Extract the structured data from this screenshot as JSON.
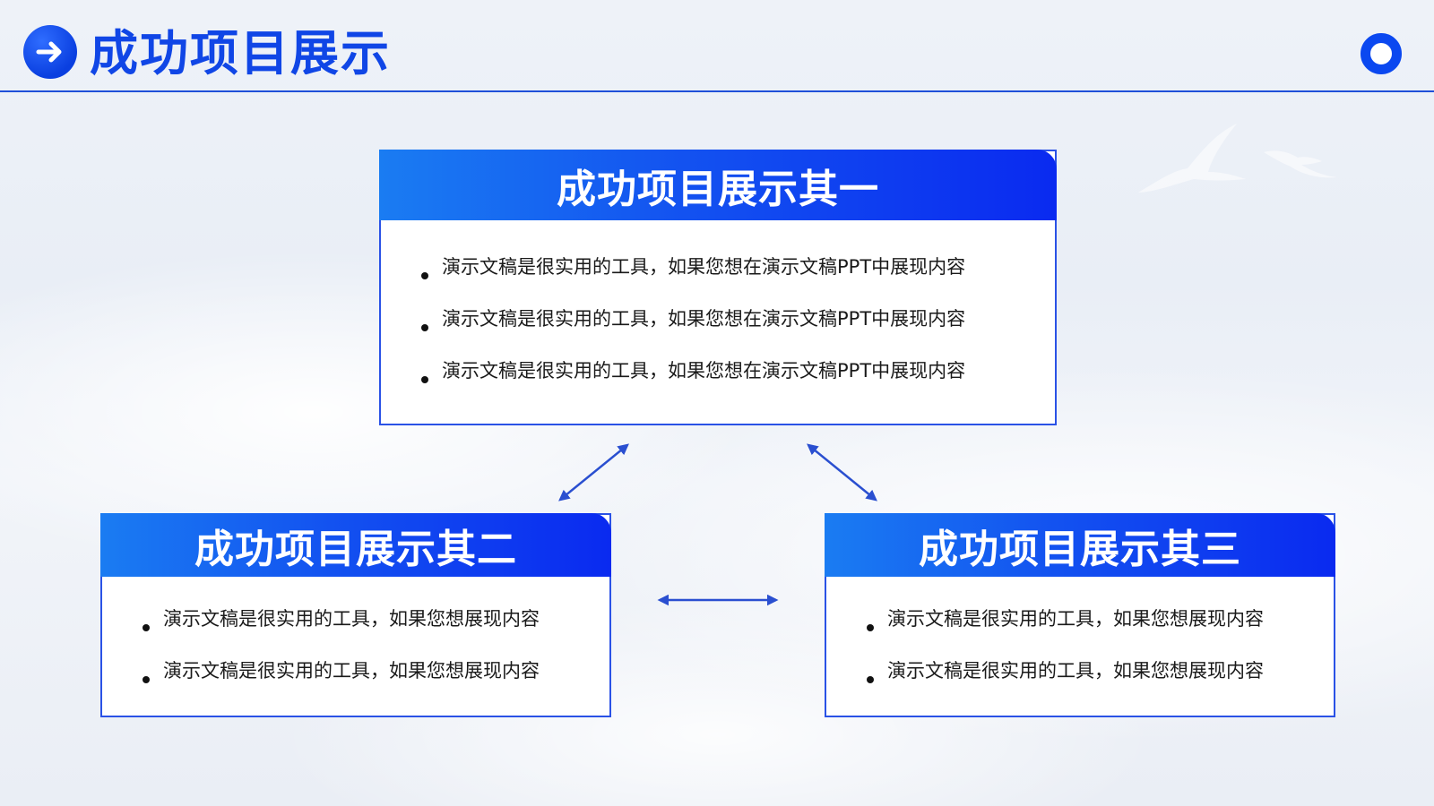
{
  "header": {
    "title": "成功项目展示",
    "icon": "arrow-right-circle-icon",
    "corner_icon": "ring-icon"
  },
  "colors": {
    "accent": "#1046e6",
    "header_gradient_start": "#1a7cf2",
    "header_gradient_end": "#0a2af0",
    "border": "#2a52e6"
  },
  "cards": [
    {
      "title": "成功项目展示其一",
      "items": [
        "演示文稿是很实用的工具，如果您想在演示文稿PPT中展现内容",
        "演示文稿是很实用的工具，如果您想在演示文稿PPT中展现内容",
        "演示文稿是很实用的工具，如果您想在演示文稿PPT中展现内容"
      ]
    },
    {
      "title": "成功项目展示其二",
      "items": [
        "演示文稿是很实用的工具，如果您想展现内容",
        "演示文稿是很实用的工具，如果您想展现内容"
      ]
    },
    {
      "title": "成功项目展示其三",
      "items": [
        "演示文稿是很实用的工具，如果您想展现内容",
        "演示文稿是很实用的工具，如果您想展现内容"
      ]
    }
  ],
  "connectors": [
    {
      "from": "card-1",
      "to": "card-2",
      "type": "bidirectional-arrow"
    },
    {
      "from": "card-1",
      "to": "card-3",
      "type": "bidirectional-arrow"
    },
    {
      "from": "card-2",
      "to": "card-3",
      "type": "bidirectional-arrow"
    }
  ]
}
